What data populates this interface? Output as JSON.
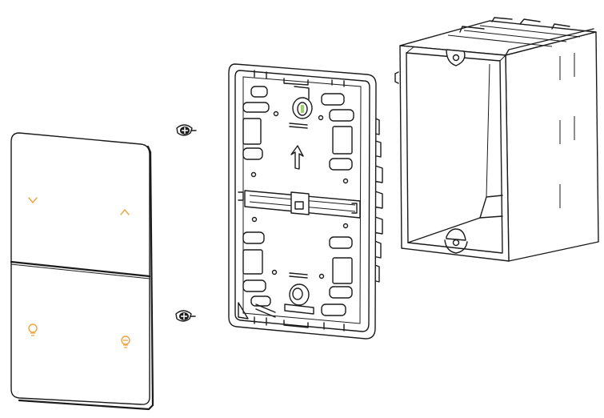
{
  "colors": {
    "line": "#1b1b1b",
    "background": "#ffffff",
    "icon_accent": "#f0a440",
    "screw_head_accent": "#8bc34a"
  },
  "components": [
    {
      "name": "switch-faceplate",
      "icons": [
        "chevron-down-icon",
        "chevron-up-icon",
        "bulb-on-icon",
        "bulb-off-icon"
      ]
    },
    {
      "name": "mounting-screw",
      "count": 2
    },
    {
      "name": "mounting-plate",
      "markings": [
        "up-arrow-icon"
      ]
    },
    {
      "name": "electrical-wall-box"
    }
  ]
}
